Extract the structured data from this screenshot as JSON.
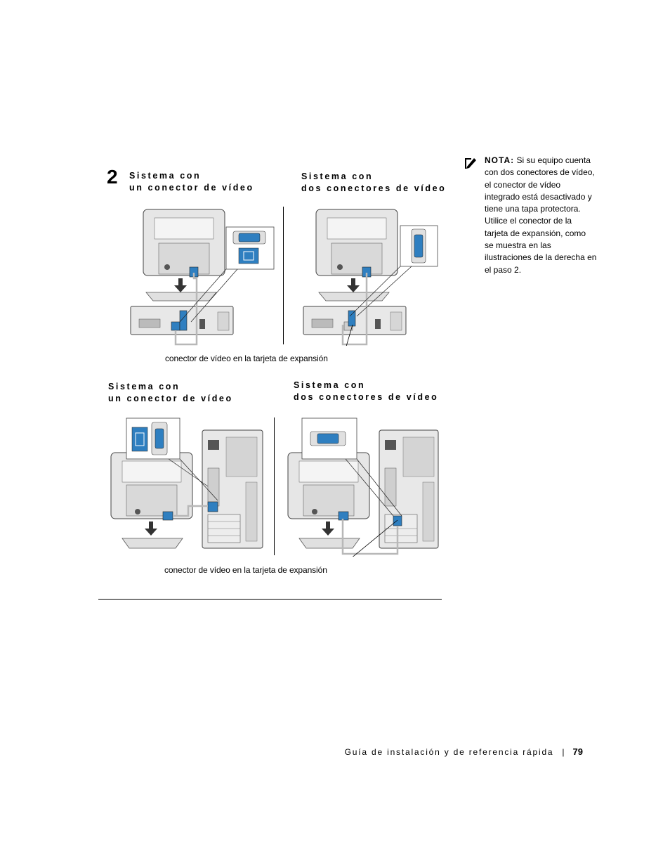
{
  "step": {
    "number": "2"
  },
  "panels": [
    {
      "caption_line1": "Sistema con",
      "caption_line2": "un conector de vídeo"
    },
    {
      "caption_line1": "Sistema con",
      "caption_line2": "dos conectores de vídeo"
    },
    {
      "caption_line1": "Sistema con",
      "caption_line2": "un conector de vídeo"
    },
    {
      "caption_line1": "Sistema con",
      "caption_line2": "dos conectores de vídeo"
    }
  ],
  "callouts": {
    "top": "conector de vídeo en la tarjeta de expansión",
    "bottom": "conector de vídeo en la tarjeta de expansión"
  },
  "note": {
    "label": "NOTA:",
    "text": "Si su equipo cuenta con dos conectores de vídeo, el conector de vídeo integrado está desactivado y tiene una tapa protectora. Utilice el conector de la tarjeta de expansión, como se muestra en las ilustraciones de la derecha en el paso 2."
  },
  "footer": {
    "title": "Guía de instalación y de referencia rápida",
    "separator": "|",
    "page": "79"
  },
  "colors": {
    "connector_blue": "#2f7fc0",
    "device_gray": "#e4e4e4",
    "cable_gray": "#b8b8b8"
  }
}
